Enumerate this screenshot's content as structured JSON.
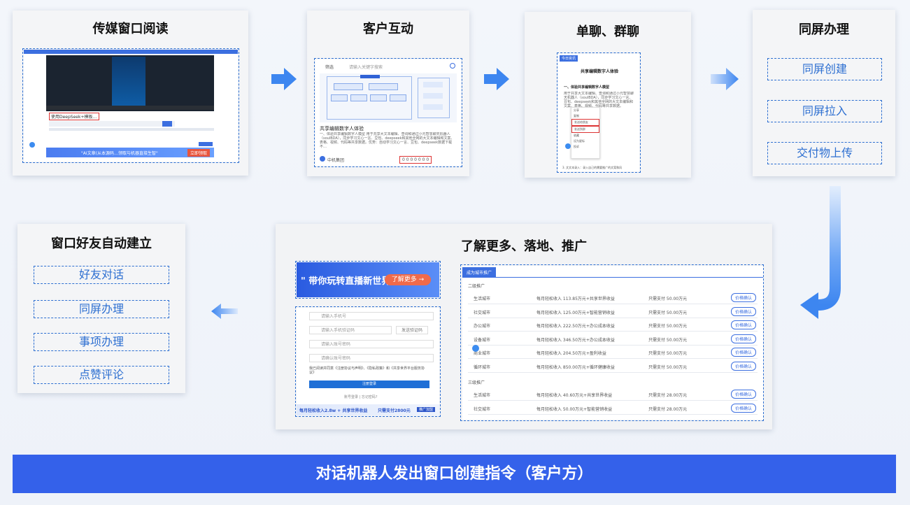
{
  "cards": {
    "media_reading": {
      "title": "传媒窗口阅读",
      "video_caption": "使用DeepSeek+模板…",
      "ad_text": "\"AI文章(从本源码…领取与机器直接生智\"",
      "ad_button": "立即领取"
    },
    "customer_interaction": {
      "title": "客户互动",
      "filter_label": "筛选",
      "search_placeholder": "请输入关键字搜索",
      "post_title": "共享编辑数字人体验",
      "post_text": "一、体验共享编辑数字人模型 用于共享大文本编辑、查询和通过小元智慧聊天机器人（soulBDA），同步学习文心一言、豆包、deepseek和其他全网的大文本编辑和文案、表格、视频、代码等共享数据。优势：自动学习文心一言、豆包、deepseek数据下载不…",
      "author": "中机集团",
      "stats": "0 0 0 0 0 0 0"
    },
    "chat": {
      "title": "单聊、群聊",
      "tab": "今日资讯",
      "doc_title": "共享编辑数字人体验",
      "heading": "一、体验共享编辑数字人模型",
      "text": "用于共享大文本编辑、查询和通过小元智慧聊天机器人（soulBDA），同步学习文心一言、豆包、deepseek和其他全网的大文本编辑和文案、表格、视频、代码等共享数据。",
      "menu": [
        "分享",
        "复制",
        "发送给朋友",
        "发送到群",
        "收藏",
        "设为星标",
        "投诉"
      ],
      "footer": "3. 文文本录入：录入自己的需要推广的文案和风"
    },
    "same_screen": {
      "title": "同屏办理",
      "items": [
        "同屏创建",
        "同屏拉入",
        "交付物上传"
      ]
    },
    "friends": {
      "title": "窗口好友自动建立",
      "items": [
        "好友对话",
        "同屏办理",
        "事项办理",
        "点赞评论"
      ]
    },
    "learn_more": {
      "title": "了解更多、落地、推广",
      "live_banner": "\" 带你玩转直播新世界",
      "live_button": "了解更多 →",
      "form_fields": [
        "请输入手机号",
        "请输入手机验证码",
        "请输入账号密码",
        "请确认账号密码"
      ],
      "send_code": "发送验证码",
      "agreement": "我已阅读并同意《注册协议与声明》、《隐私政策》和《共享世界平台服务协议》",
      "register": "注册登录",
      "login_links": "账号登录  |  忘记密码?",
      "promo": "每月轻松收入2.8w + 共享世界收益",
      "promo_price": "只需支付2800元",
      "promo_button": "推广加盟",
      "table_tab": "成为城市推广",
      "group1": "二级推广",
      "group2": "三级推广",
      "rows1": [
        {
          "city": "生活城市",
          "income": "每月轻松收入 113.85万元+共享世界收益",
          "pay": "只需支付 50.00万元",
          "btn": "价格确认"
        },
        {
          "city": "社交城市",
          "income": "每月轻松收入 125.00万元+智能营销收益",
          "pay": "只需支付 50.00万元",
          "btn": "价格确认"
        },
        {
          "city": "办公城市",
          "income": "每月轻松收入 222.50万元+办公成本收益",
          "pay": "只需支付 50.00万元",
          "btn": "价格确认"
        },
        {
          "city": "设备城市",
          "income": "每月轻松收入 346.50万元+办公成本收益",
          "pay": "只需支付 50.00万元",
          "btn": "价格确认"
        },
        {
          "city": "商业城市",
          "income": "每月轻松收入 204.50万元+盈利收益",
          "pay": "只需支付 50.00万元",
          "btn": "价格确认"
        },
        {
          "city": "循环城市",
          "income": "每月轻松收入 850.00万元+循环健康收益",
          "pay": "只需支付 50.00万元",
          "btn": "价格确认"
        }
      ],
      "rows2": [
        {
          "city": "生活城市",
          "income": "每月轻松收入 40.60万元+共享世界收益",
          "pay": "只需支付 28.00万元",
          "btn": "价格确认"
        },
        {
          "city": "社交城市",
          "income": "每月轻松收入 50.00万元+智能营销收益",
          "pay": "只需支付 28.00万元",
          "btn": "价格确认"
        }
      ]
    }
  },
  "banner": "对话机器人发出窗口创建指令（客户方）",
  "colors": {
    "accent": "#2d6fd1",
    "banner": "#3461ea",
    "arrow": "#3d86f0"
  }
}
